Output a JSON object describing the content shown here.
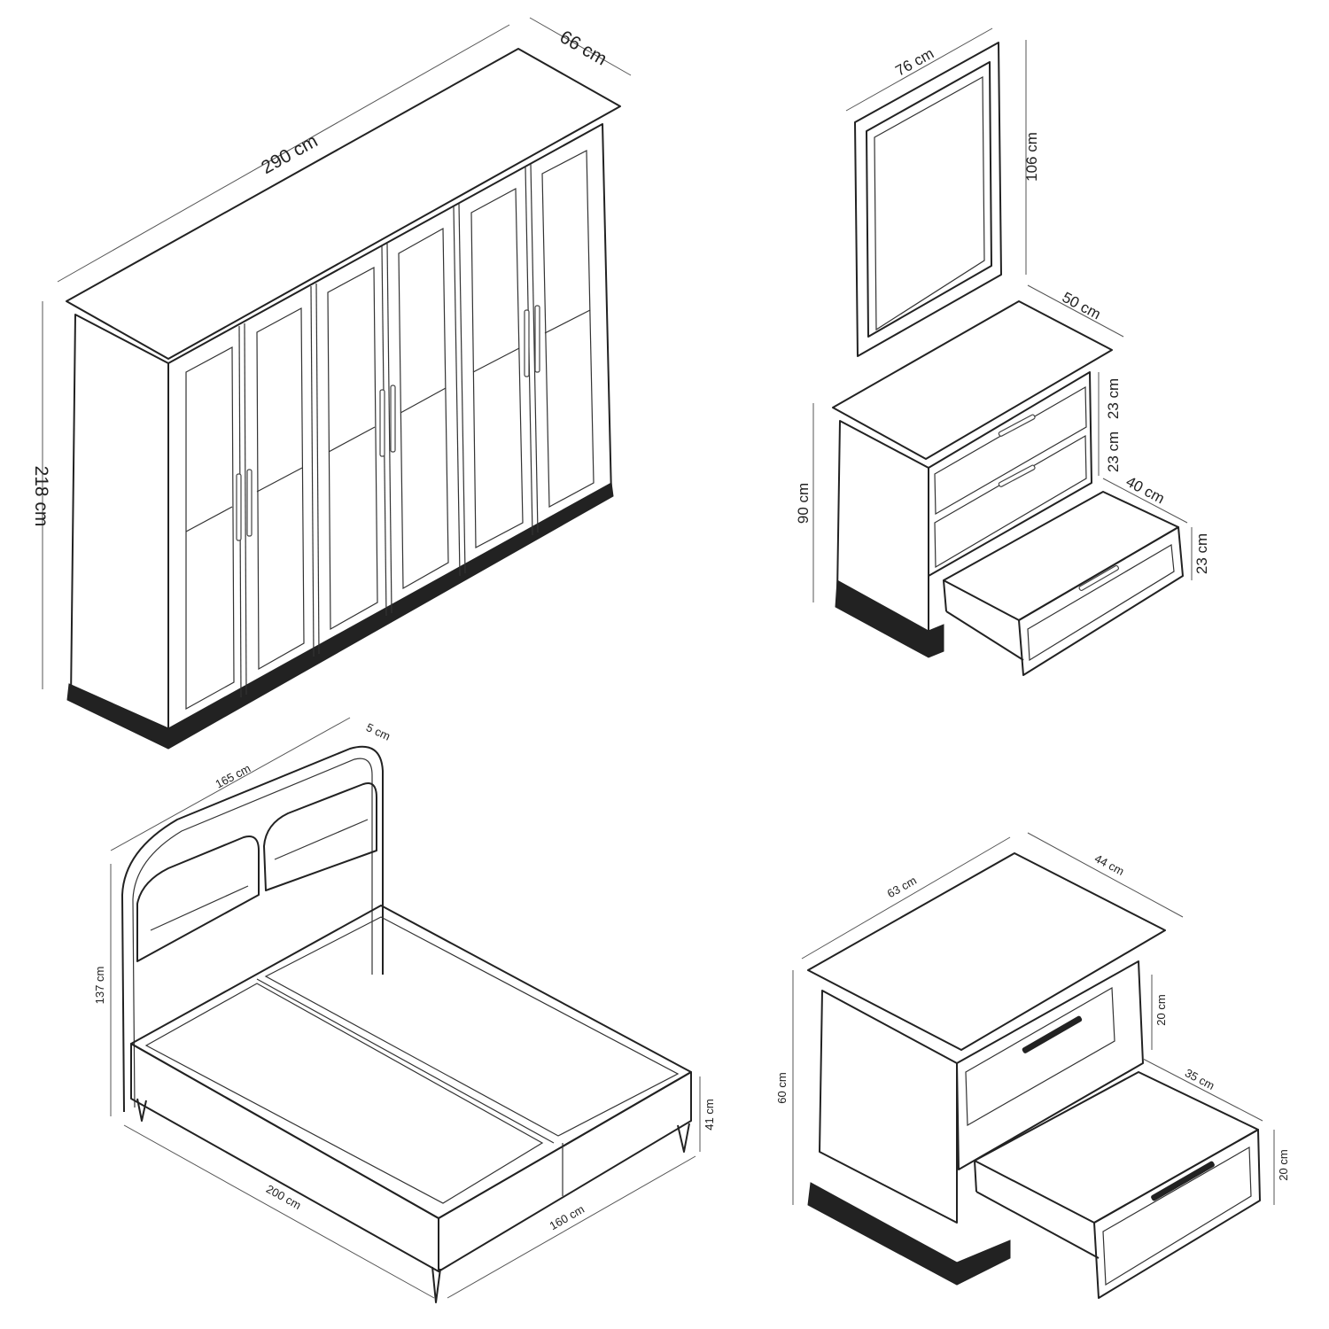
{
  "wardrobe": {
    "width": "290 cm",
    "depth": "66 cm",
    "height": "218 cm"
  },
  "mirror": {
    "width": "76 cm",
    "height": "106 cm"
  },
  "dresser": {
    "depth": "50 cm",
    "drawer1_height": "23 cm",
    "drawer2_height": "23 cm",
    "height": "90 cm",
    "drawer_depth": "40 cm",
    "drawer3_height": "23 cm"
  },
  "bed": {
    "headboard_thickness": "5 cm",
    "width_outer": "165 cm",
    "headboard_height": "137 cm",
    "frame_height": "41 cm",
    "length": "200 cm",
    "width": "160 cm"
  },
  "nightstand": {
    "width": "63 cm",
    "depth": "44 cm",
    "drawer1_height": "20 cm",
    "height": "60 cm",
    "drawer_depth": "35 cm",
    "drawer2_height": "20 cm"
  }
}
